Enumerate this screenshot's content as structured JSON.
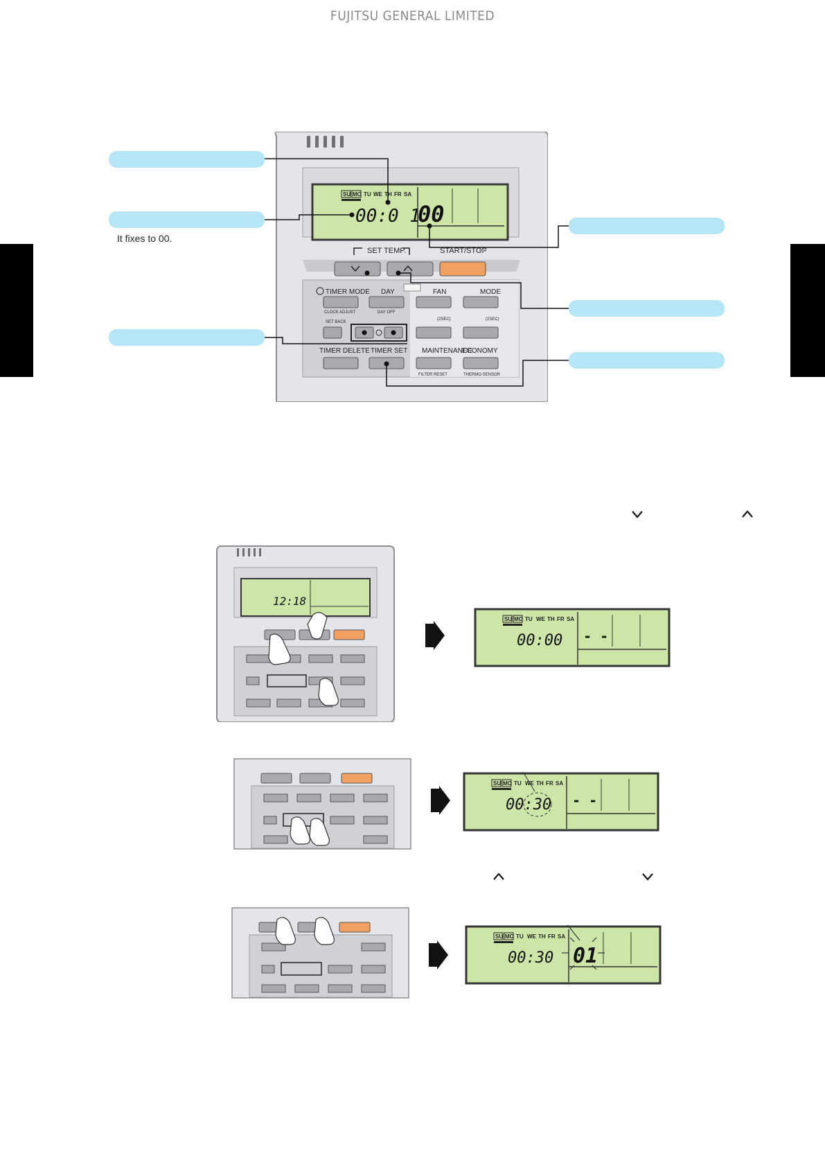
{
  "header": {
    "company": "FUJITSU GENERAL LIMITED"
  },
  "colors": {
    "callout": "#b6e6f6",
    "lcd": "#cde6a8",
    "start_button": "#f0a060",
    "remote_body": "#e4e5e8"
  },
  "notes": {
    "fixes_note": "It fixes to 00."
  },
  "icons": [
    "chevron-down-icon",
    "chevron-up-icon",
    "arrow-right-icon",
    "hand-pointer-icon",
    "thermometer-icon",
    "fan-icon"
  ],
  "remote": {
    "days": [
      "SU",
      "MO",
      "TU",
      "WE",
      "TH",
      "FR",
      "SA"
    ],
    "main_display": {
      "time": "00:0 1",
      "value": "00"
    },
    "set_temp": "SET TEMP.",
    "start_stop": "START/STOP",
    "buttons": {
      "timer_mode": "TIMER MODE",
      "day": "DAY",
      "fan": "FAN",
      "mode": "MODE",
      "clock_adjust": "CLOCK ADJUST",
      "day_off": "DAY OFF",
      "set_back": "SET BACK",
      "two_sec_a": "(2SEC)",
      "two_sec_b": "(2SEC)",
      "timer_delete": "TIMER DELETE",
      "timer_set": "TIMER SET",
      "maintenance": "MAINTENANCE",
      "economy": "ECONOMY",
      "filter_reset": "FILTER RESET",
      "thermo_sensor": "THERMO SENSOR"
    }
  },
  "steps": {
    "step1": {
      "small_time": "12:18",
      "lcd_time": "00:00",
      "lcd_value": "- -"
    },
    "step2": {
      "lcd_time": "00:30",
      "lcd_value": "- -"
    },
    "step3": {
      "lcd_time": "00:30",
      "lcd_value": "01"
    }
  }
}
